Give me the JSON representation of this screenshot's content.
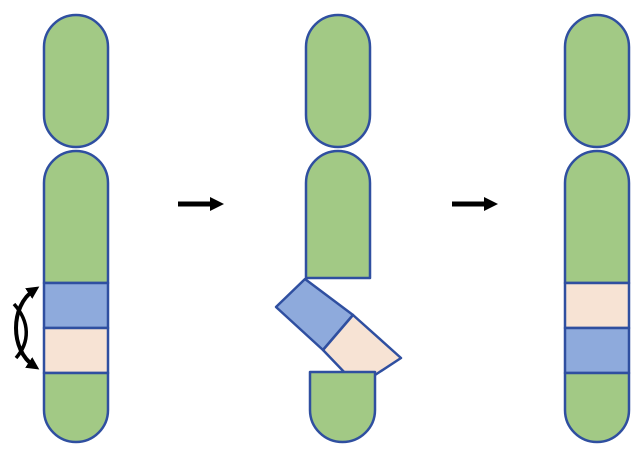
{
  "diagram": {
    "stages": [
      {
        "label": "",
        "state": "original"
      },
      {
        "label": "",
        "state": "breaking-and-rotating"
      },
      {
        "label": "",
        "state": "inverted"
      }
    ],
    "arrows": [
      {
        "label": ""
      },
      {
        "label": ""
      }
    ]
  },
  "colors": {
    "chromosome_fill": "#a2c985",
    "segment_a_fill": "#8eaadc",
    "segment_b_fill": "#f7e3d4",
    "outline": "#2f4fa0",
    "arrow": "#000000"
  },
  "icons": {
    "rotation": "curved-double-arrow-icon",
    "step": "right-arrow-icon"
  }
}
